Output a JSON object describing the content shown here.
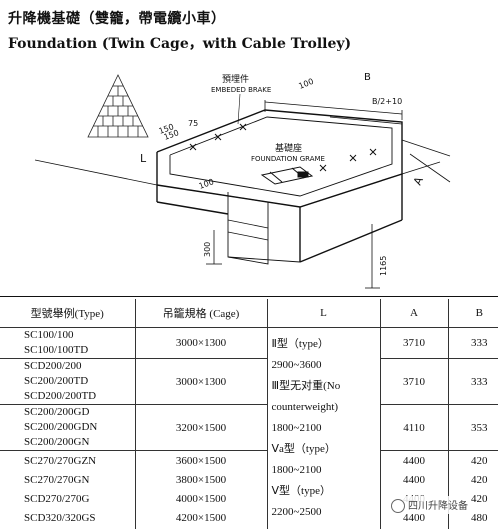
{
  "header": {
    "title_cn": "升降機基礎（雙籠，帶電纜小車）",
    "title_en": "Foundation (Twin Cage，with Cable Trolley)"
  },
  "drawing": {
    "label_embed_cn": "預埋件",
    "label_embed_en": "EMBEDED BRAKE",
    "label_found_cn": "基礎座",
    "label_found_en": "FOUNDATION GRAME",
    "dim_b": "B",
    "dim_b2": "B/2+10",
    "dim_100a": "100",
    "dim_100b": "100",
    "dim_75": "75",
    "dim_150a": "150",
    "dim_150b": "150",
    "dim_l": "L",
    "dim_a": "A",
    "dim_300": "300",
    "dim_1165": "1165"
  },
  "table": {
    "headers": {
      "model": "型號舉例(Type)",
      "cage": "吊籠規格 (Cage)",
      "l": "L",
      "a": "A",
      "b": "B"
    },
    "groups": [
      {
        "models": [
          "SC100/100",
          "SC100/100TD"
        ],
        "cage": [
          "3000×1300"
        ],
        "a": [
          "3710"
        ],
        "b": [
          "333"
        ]
      },
      {
        "models": [
          "SCD200/200",
          "SC200/200TD",
          "SCD200/200TD"
        ],
        "cage": [
          "3000×1300"
        ],
        "a": [
          "3710"
        ],
        "b": [
          "333"
        ]
      },
      {
        "models": [
          "SC200/200GD",
          "SC200/200GDN",
          "SC200/200GN"
        ],
        "cage": [
          "3200×1500"
        ],
        "a": [
          "4110"
        ],
        "b": [
          "353"
        ]
      },
      {
        "models": [
          "SC270/270GZN",
          "SC270/270GN",
          "SCD270/270G",
          "SCD320/320GS"
        ],
        "cage": [
          "3600×1500",
          "3800×1500",
          "4000×1500",
          "4200×1500"
        ],
        "a": [
          "4400",
          "4400",
          "4400",
          "4400"
        ],
        "b": [
          "420",
          "420",
          "420",
          "480"
        ]
      }
    ],
    "l_text": [
      "Ⅱ型（type）",
      "2900~3600",
      "Ⅲ型无对重(No",
      "counterweight)",
      "1800~2100",
      "Ⅴa型（type）",
      "1800~2100",
      "Ⅴ型（type）",
      "2200~2500"
    ]
  },
  "watermark": "四川升降设备"
}
